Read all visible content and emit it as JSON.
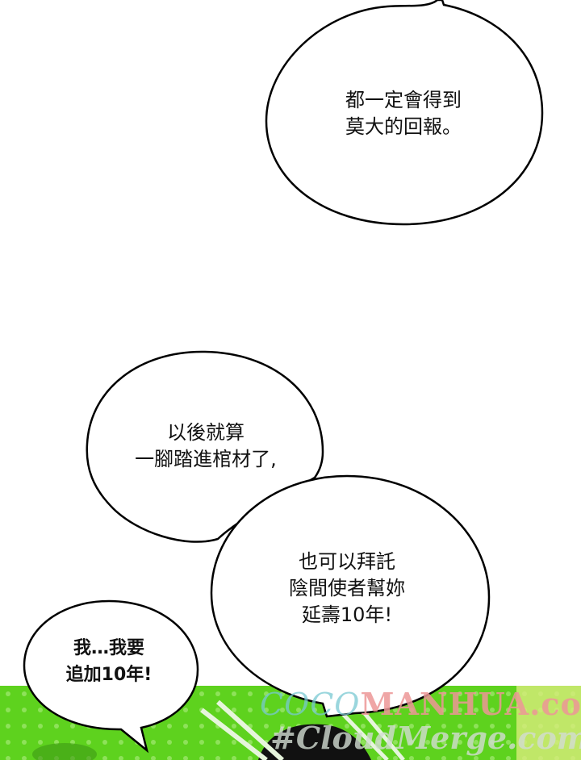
{
  "bubbles": {
    "top": {
      "lines": [
        "都一定會得到",
        "莫大的回報。"
      ]
    },
    "middle": {
      "lines": [
        "以後就算",
        "一腳踏進棺材了,"
      ]
    },
    "right": {
      "lines": [
        "也可以拜託",
        "陰間使者幫妳",
        "延壽10年!"
      ]
    },
    "left": {
      "lines": [
        "我…我要",
        "追加10年!"
      ]
    }
  },
  "watermark": {
    "prefix": "COCO",
    "site": "MANHUA.com",
    "secondary": "#CloudMerge.com"
  },
  "colors": {
    "panel_green": "#5ed21e",
    "bubble_stroke": "#000000",
    "bubble_fill": "#ffffff"
  }
}
